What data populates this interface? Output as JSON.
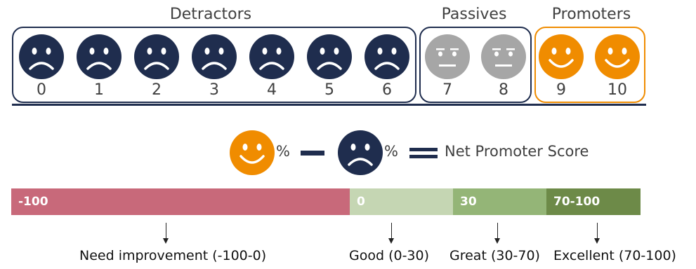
{
  "groups": {
    "detractors": "Detractors",
    "passives": "Passives",
    "promoters": "Promoters"
  },
  "scores": [
    "0",
    "1",
    "2",
    "3",
    "4",
    "5",
    "6",
    "7",
    "8",
    "9",
    "10"
  ],
  "faces": {
    "detractor_icon": "sad-face-icon",
    "passive_icon": "neutral-face-icon",
    "promoter_icon": "happy-face-icon"
  },
  "formula": {
    "promoter_pct": "%",
    "detractor_pct": "%",
    "result": "Net Promoter Score"
  },
  "scale": {
    "segments": [
      "-100",
      "0",
      "30",
      "70-100"
    ],
    "labels": [
      "Need improvement (-100-0)",
      "Good (0-30)",
      "Great (30-70)",
      "Excellent (70-100)"
    ]
  },
  "colors": {
    "detractor": "#1f2d4e",
    "passive": "#a6a6a6",
    "promoter": "#f08c00",
    "need_improvement": "#c8697a",
    "good": "#c5d6b3",
    "great": "#94b577",
    "excellent": "#6d8a48"
  }
}
